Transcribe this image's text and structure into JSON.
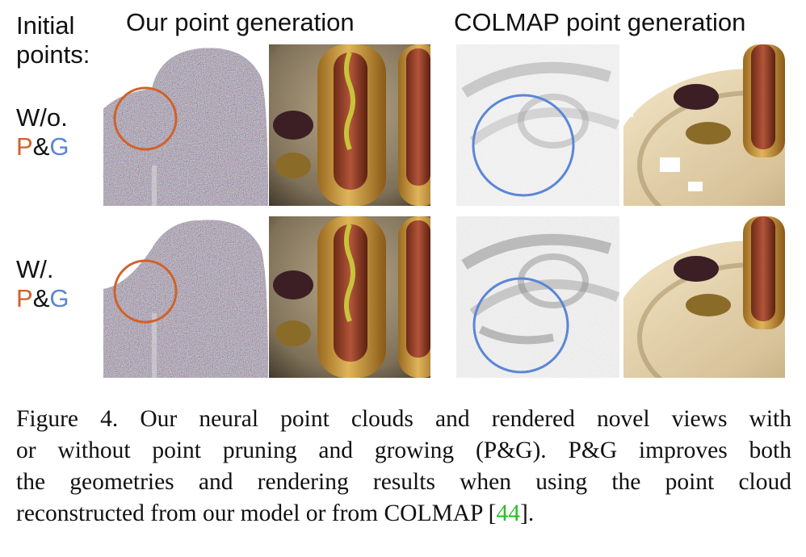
{
  "header": {
    "initial_points_line1": "Initial",
    "initial_points_line2": "points:",
    "col_ours": "Our point generation",
    "col_colmap": "COLMAP point generation"
  },
  "rows": [
    {
      "label": "W/o.",
      "p": "P",
      "amp": "&",
      "g": "G"
    },
    {
      "label": "W/.",
      "p": "P",
      "amp": "&",
      "g": "G"
    }
  ],
  "colors": {
    "orange_circle": "#d0622a",
    "blue_circle": "#5b86d6",
    "citation": "#27c127"
  },
  "caption": {
    "line1": "Figure 4.  Our neural point clouds and rendered novel views with",
    "line2": "or without point pruning and growing (P&G). P&G improves both",
    "line3": "the geometries and rendering results when using the point cloud",
    "line4_pre": "reconstructed from our model or from COLMAP [",
    "line4_cite": "44",
    "line4_post": "]."
  }
}
